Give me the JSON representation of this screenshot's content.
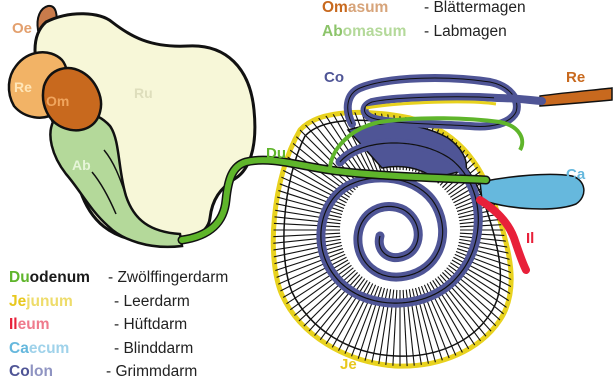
{
  "colors": {
    "oesophagus": "#c97b4b",
    "reticulum": "#f2b366",
    "omasum": "#c8691e",
    "abomasum": "#b4d99a",
    "rumen": "#f7f7d8",
    "duodenum": "#5fb52b",
    "jejunum": "#e8d21e",
    "ileum": "#e8203a",
    "caecum": "#66b8dd",
    "colon": "#4f5596",
    "rectum": "#c8691e"
  },
  "organ_labels": {
    "oe": "Oe",
    "re_stomach": "Re",
    "om": "Om",
    "ab": "Ab",
    "ru": "Ru",
    "du": "Du",
    "co": "Co",
    "re_rectum": "Re",
    "ca": "Ca",
    "il": "Il",
    "je": "Je"
  },
  "legend_top": [
    {
      "abbr": "Om",
      "rest": "asum",
      "translation": "- Blättermagen",
      "color": "#c8691e"
    },
    {
      "abbr": "Ab",
      "rest": "omasum",
      "translation": "- Labmagen",
      "color": "#8cc46a"
    }
  ],
  "legend_bottom": [
    {
      "abbr": "Du",
      "rest": "odenum",
      "translation": "- Zwölffingerdarm",
      "color": "#5fb52b"
    },
    {
      "abbr": "Je",
      "rest": "junum",
      "translation": "- Leerdarm",
      "color": "#e8c81e"
    },
    {
      "abbr": "Il",
      "rest": "eum",
      "translation": "- Hüftdarm",
      "color": "#e8203a"
    },
    {
      "abbr": "Ca",
      "rest": "ecum",
      "translation": "- Blinddarm",
      "color": "#66b8dd"
    },
    {
      "abbr": "Co",
      "rest": "lon",
      "translation": "- Grimmdarm",
      "color": "#4f5596"
    }
  ]
}
